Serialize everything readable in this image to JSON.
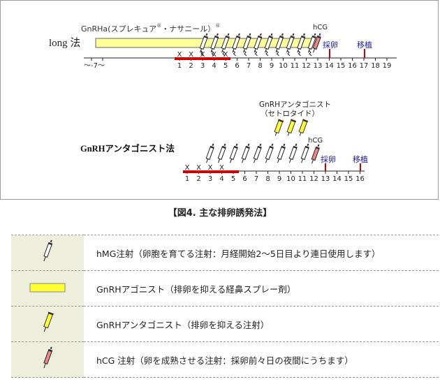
{
  "protocol_long": {
    "label": "long 法",
    "drug_label": "GnRHa(スプレキュア",
    "drug_label_sep": "・ナサニール）",
    "reg_mark": "®",
    "axis_start_label": "～-7～",
    "day_labels": [
      "1",
      "2",
      "3",
      "4",
      "5",
      "6",
      "7",
      "8",
      "9",
      "10",
      "11",
      "12",
      "13",
      "14",
      "15",
      "16",
      "17",
      "18",
      "19"
    ],
    "hcg_label": "hCG",
    "retrieval_label": "採卵",
    "transfer_label": "移植",
    "x_mark": "X"
  },
  "protocol_antagonist": {
    "label": "GnRHアンタゴニスト法",
    "antagonist_label_line1": "GnRHアンタゴニスト",
    "antagonist_label_line2": "（セトロタイド）",
    "day_labels": [
      "1",
      "2",
      "3",
      "4",
      "5",
      "6",
      "7",
      "8",
      "9",
      "10",
      "11",
      "12",
      "13",
      "14",
      "15",
      "16"
    ],
    "hcg_label": "hCG",
    "retrieval_label": "採卵",
    "transfer_label": "移植",
    "x_mark": "X"
  },
  "caption": "【図4. 主な排卵誘発法】",
  "legend": [
    {
      "icon": "hmg-syringe-icon",
      "text": "hMG注射（卵胞を育てる注射：月経開始2～5日目より連日使用します）"
    },
    {
      "icon": "nasal-spray-bar-icon",
      "text": "GnRHアゴニスト（排卵を抑える経鼻スプレー剤）"
    },
    {
      "icon": "antagonist-syringe-icon",
      "text": "GnRHアンタゴニスト（排卵を抑える注射）"
    },
    {
      "icon": "hcg-syringe-icon",
      "text": "hCG 注射（卵を成熟させる注射：採卵前々日の夜間にうちます）"
    }
  ],
  "colors": {
    "agonist_bar": "#ffff99",
    "antagonist_fill": "#ffff33",
    "menstruation_bar": "#cc0000",
    "hcg_fill": "#ee8888",
    "day_label_blue": "#1a1aa8",
    "legend_cell_bg": "#eeeedd"
  }
}
